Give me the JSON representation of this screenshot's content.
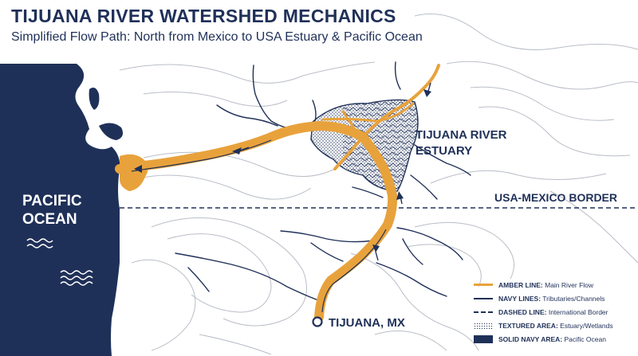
{
  "header": {
    "title": "TIJUANA RIVER WATERSHED MECHANICS",
    "subtitle": "Simplified Flow Path: North from Mexico to USA Estuary & Pacific Ocean"
  },
  "map": {
    "ocean_label": "PACIFIC\nOCEAN",
    "estuary_label": "TIJUANA RIVER\nESTUARY",
    "border_label": "USA-MEXICO BORDER",
    "city_label": "TIJUANA, MX"
  },
  "legend": {
    "items": [
      {
        "key": "amber-line",
        "label": "AMBER LINE:",
        "desc": "Main River Flow"
      },
      {
        "key": "navy-lines",
        "label": "NAVY LINES:",
        "desc": "Tributaries/Channels"
      },
      {
        "key": "dashed-line",
        "label": "DASHED LINE:",
        "desc": "International Border"
      },
      {
        "key": "textured-area",
        "label": "TEXTURED AREA:",
        "desc": "Estuary/Wetlands"
      },
      {
        "key": "solid-navy-area",
        "label": "SOLID NAVY AREA:",
        "desc": "Pacific Ocean"
      }
    ]
  },
  "colors": {
    "navy": "#1f3058",
    "amber": "#e8a23c",
    "contour": "#b9bec7",
    "background": "#ffffff"
  },
  "icons": [
    "flow-arrow-icon",
    "wave-icon",
    "city-marker-icon"
  ]
}
